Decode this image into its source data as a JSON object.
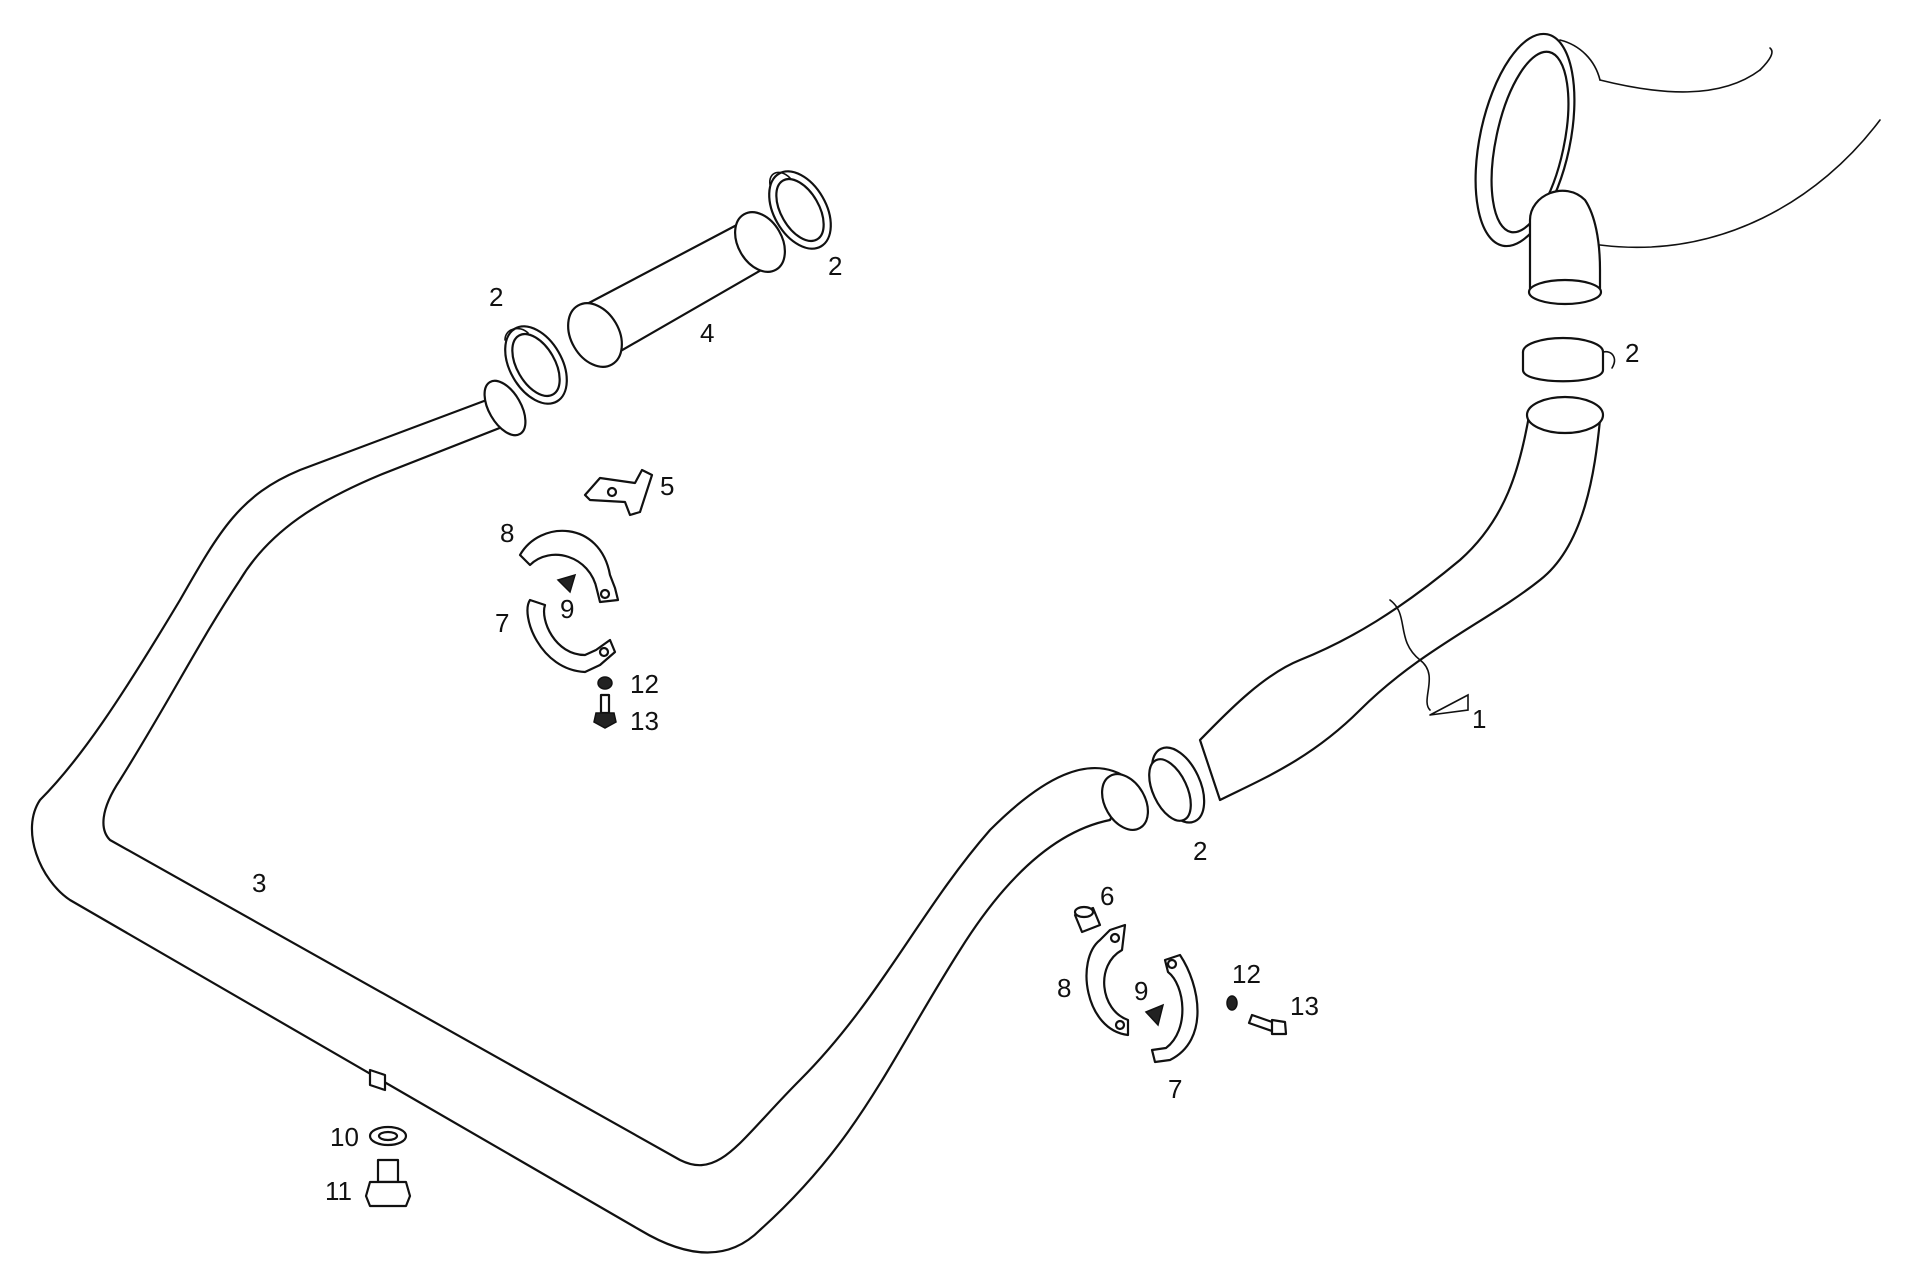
{
  "diagram": {
    "callouts": {
      "c1": "1",
      "c2a": "2",
      "c2b": "2",
      "c2c": "2",
      "c2d": "2",
      "c3": "3",
      "c4": "4",
      "c5": "5",
      "c6": "6",
      "c7a": "7",
      "c7b": "7",
      "c8a": "8",
      "c8b": "8",
      "c9a": "9",
      "c9b": "9",
      "c10": "10",
      "c11": "11",
      "c12a": "12",
      "c12b": "12",
      "c13a": "13",
      "c13b": "13"
    },
    "line_color": "#111111",
    "background": "#ffffff"
  }
}
